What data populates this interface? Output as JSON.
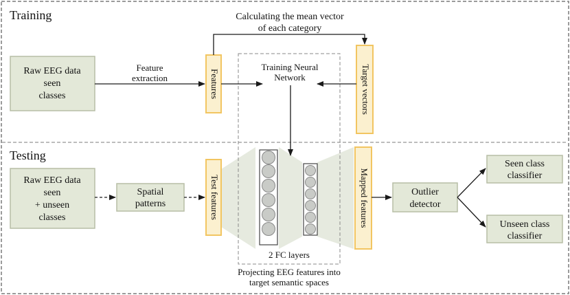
{
  "sections": {
    "training": "Training",
    "testing": "Testing"
  },
  "training": {
    "raw_box": [
      "Raw EEG data",
      "seen",
      "classes"
    ],
    "feature_extraction": [
      "Feature",
      "extraction"
    ],
    "features": "Features",
    "mean_vector": [
      "Calculating the mean vector",
      "of each category"
    ],
    "target_vectors": "Target vectors",
    "training_nn": [
      "Training Neural",
      "Network"
    ]
  },
  "testing": {
    "raw_box": [
      "Raw EEG data",
      "seen",
      "+ unseen",
      "classes"
    ],
    "spatial_patterns": [
      "Spatial",
      "patterns"
    ],
    "test_features": "Test features",
    "fc_layers": "2 FC layers",
    "projecting": [
      "Projecting EEG features into",
      "target semantic spaces"
    ],
    "mapped_features": "Mapped features",
    "outlier_detector": [
      "Outlier",
      "detector"
    ],
    "seen_classifier": [
      "Seen class",
      "classifier"
    ],
    "unseen_classifier": [
      "Unseen class",
      "classifier"
    ]
  },
  "colors": {
    "box_fill": "#e3e8d8",
    "box_stroke": "#b7bea6",
    "feature_fill": "#fbf0cf",
    "feature_stroke": "#f2c561",
    "nn_trapezoid": "#e6eadf",
    "neuron_fill": "#c9cbc7",
    "line": "#1a1a1a",
    "dashed": "#8a8a8a"
  }
}
